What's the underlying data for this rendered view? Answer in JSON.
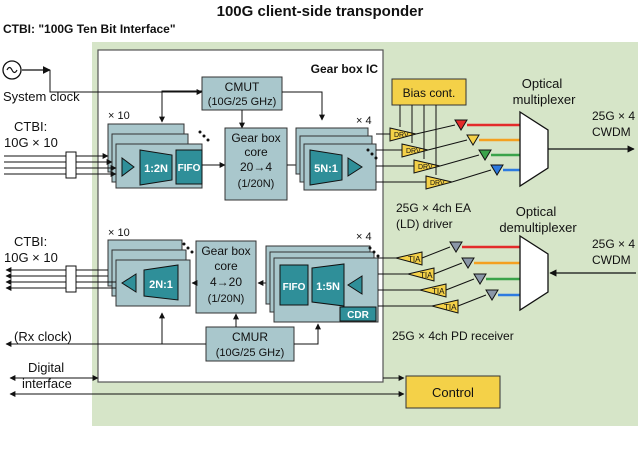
{
  "title": "100G client-side transponder",
  "subtitle": "CTBI: \"100G Ten Bit Interface\"",
  "colors": {
    "board": "#d6e5c8",
    "ic": "#ffffff",
    "block": "#a9c7cc",
    "block_dark": "#6a9aa3",
    "yellow": "#f4d148",
    "teal": "#2f8f99",
    "line": "#111111"
  },
  "left": {
    "system_clock": "System clock",
    "ctbi_tx_1": "CTBI:",
    "ctbi_tx_2": "10G × 10",
    "ctbi_rx_1": "CTBI:",
    "ctbi_rx_2": "10G × 10",
    "rx_clock": "(Rx clock)",
    "digital_1": "Digital",
    "digital_2": "interface"
  },
  "ic": {
    "title": "Gear box IC",
    "cmut_1": "CMUT",
    "cmut_2": "(10G/25 GHz)",
    "cmur_1": "CMUR",
    "cmur_2": "(10G/25 GHz)",
    "tx_x10": "× 10",
    "tx_x4": "× 4",
    "rx_x10": "× 10",
    "rx_x4": "× 4",
    "tx_core_1": "Gear box",
    "tx_core_2": "core",
    "tx_core_3": "20→4",
    "tx_core_4": "(1/20N)",
    "rx_core_1": "Gear box",
    "rx_core_2": "core",
    "rx_core_3": "4→20",
    "rx_core_4": "(1/20N)",
    "mux_1to2n": "1:2N",
    "fifo_tx": "FIFO",
    "ser_5n1": "5N:1",
    "des_2n1": "2N:1",
    "fifo_rx": "FIFO",
    "des_15n": "1:5N",
    "cdr": "CDR"
  },
  "optics": {
    "bias": "Bias cont.",
    "drv": "DRV",
    "tia": "TIA",
    "ld_1": "25G × 4ch EA",
    "ld_2": "(LD) driver",
    "pd": "25G × 4ch PD receiver",
    "mux_1": "Optical",
    "mux_2": "multiplexer",
    "demux_1": "Optical",
    "demux_2": "demultiplexer",
    "out_1": "25G × 4",
    "out_2": "CWDM",
    "in_1": "25G × 4",
    "in_2": "CWDM",
    "control": "Control"
  }
}
